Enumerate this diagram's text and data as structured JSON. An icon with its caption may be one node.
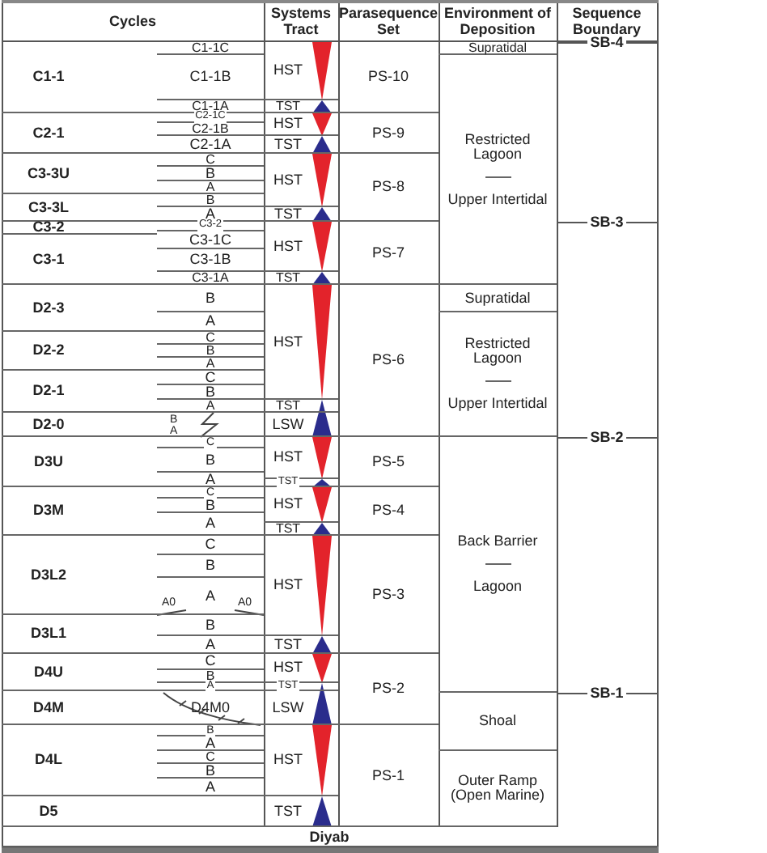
{
  "diagram": {
    "nodes": [
      {
        "text": [
          "Cycles"
        ]
      },
      {
        "text": [
          "Systems Tract"
        ]
      },
      {
        "text": [
          "Parasequence Set"
        ]
      },
      {
        "text": [
          "Environment of Deposition"
        ]
      },
      {
        "text": [
          "Sequence Boundary"
        ]
      },
      {
        "text": [
          "C1-1"
        ]
      },
      {
        "text": [
          "C1-1C"
        ]
      },
      {
        "text": [
          "C1-1B"
        ]
      },
      {
        "text": [
          "C1-1A"
        ]
      },
      {
        "text": [
          "C2-1"
        ]
      },
      {
        "text": [
          "C2-1C"
        ]
      },
      {
        "text": [
          "C2-1B"
        ]
      },
      {
        "text": [
          "C2-1A"
        ]
      },
      {
        "text": [
          "C3-3U"
        ]
      },
      {
        "text": [
          "C"
        ]
      },
      {
        "text": [
          "B"
        ]
      },
      {
        "text": [
          "A"
        ]
      },
      {
        "text": [
          "C3-3L"
        ]
      },
      {
        "text": [
          "B"
        ]
      },
      {
        "text": [
          "A"
        ]
      },
      {
        "text": [
          "C3-2"
        ]
      },
      {
        "text": [
          "C3-2"
        ]
      },
      {
        "text": [
          "C3-1"
        ]
      },
      {
        "text": [
          "C3-1C"
        ]
      },
      {
        "text": [
          "C3-1B"
        ]
      },
      {
        "text": [
          "C3-1A"
        ]
      },
      {
        "text": [
          "D2-3"
        ]
      },
      {
        "text": [
          "B"
        ]
      },
      {
        "text": [
          "A"
        ]
      },
      {
        "text": [
          "D2-2"
        ]
      },
      {
        "text": [
          "C"
        ]
      },
      {
        "text": [
          "B"
        ]
      },
      {
        "text": [
          "A"
        ]
      },
      {
        "text": [
          "D2-1"
        ]
      },
      {
        "text": [
          "C"
        ]
      },
      {
        "text": [
          "B"
        ]
      },
      {
        "text": [
          "A"
        ]
      },
      {
        "text": [
          "D2-0"
        ]
      },
      {
        "text": [
          "B",
          "A"
        ]
      },
      {
        "text": [
          "D3U"
        ]
      },
      {
        "text": [
          "C"
        ]
      },
      {
        "text": [
          "B"
        ]
      },
      {
        "text": [
          "A"
        ]
      },
      {
        "text": [
          "D3M"
        ]
      },
      {
        "text": [
          "C"
        ]
      },
      {
        "text": [
          "B"
        ]
      },
      {
        "text": [
          "A"
        ]
      },
      {
        "text": [
          "D3L2"
        ]
      },
      {
        "text": [
          "C"
        ]
      },
      {
        "text": [
          "B"
        ]
      },
      {
        "text": [
          "A0",
          "A",
          "A0"
        ]
      },
      {
        "text": [
          "D3L1"
        ]
      },
      {
        "text": [
          "B"
        ]
      },
      {
        "text": [
          "A"
        ]
      },
      {
        "text": [
          "D4U"
        ]
      },
      {
        "text": [
          "C"
        ]
      },
      {
        "text": [
          "B"
        ]
      },
      {
        "text": [
          "A"
        ]
      },
      {
        "text": [
          "D4M"
        ]
      },
      {
        "text": [
          "D4M0"
        ]
      },
      {
        "text": [
          "D4L"
        ]
      },
      {
        "text": [
          "B"
        ]
      },
      {
        "text": [
          "A"
        ]
      },
      {
        "text": [
          "C"
        ]
      },
      {
        "text": [
          "B"
        ]
      },
      {
        "text": [
          "A"
        ]
      },
      {
        "text": [
          "D5"
        ]
      },
      {
        "text": [
          "HST"
        ]
      },
      {
        "text": [
          "TST"
        ]
      },
      {
        "text": [
          "HST"
        ]
      },
      {
        "text": [
          "TST"
        ]
      },
      {
        "text": [
          "HST"
        ]
      },
      {
        "text": [
          "TST"
        ]
      },
      {
        "text": [
          "HST"
        ]
      },
      {
        "text": [
          "TST"
        ]
      },
      {
        "text": [
          "HST"
        ]
      },
      {
        "text": [
          "TST"
        ]
      },
      {
        "text": [
          "LSW"
        ]
      },
      {
        "text": [
          "HST"
        ]
      },
      {
        "text": [
          "TST"
        ]
      },
      {
        "text": [
          "HST"
        ]
      },
      {
        "text": [
          "TST"
        ]
      },
      {
        "text": [
          "HST"
        ]
      },
      {
        "text": [
          "TST"
        ]
      },
      {
        "text": [
          "HST"
        ]
      },
      {
        "text": [
          "TST"
        ]
      },
      {
        "text": [
          "LSW"
        ]
      },
      {
        "text": [
          "HST"
        ]
      },
      {
        "text": [
          "TST"
        ]
      },
      {
        "text": [
          "PS-10"
        ]
      },
      {
        "text": [
          "PS-9"
        ]
      },
      {
        "text": [
          "PS-8"
        ]
      },
      {
        "text": [
          "PS-7"
        ]
      },
      {
        "text": [
          "PS-6"
        ]
      },
      {
        "text": [
          "PS-5"
        ]
      },
      {
        "text": [
          "PS-4"
        ]
      },
      {
        "text": [
          "PS-3"
        ]
      },
      {
        "text": [
          "PS-2"
        ]
      },
      {
        "text": [
          "PS-1"
        ]
      },
      {
        "text": [
          "Supratidal"
        ]
      },
      {
        "text": [
          "Restricted Lagoon",
          "Upper Intertidal"
        ]
      },
      {
        "text": [
          "Supratidal"
        ]
      },
      {
        "text": [
          "Restricted Lagoon",
          "Upper Intertidal"
        ]
      },
      {
        "text": [
          "Back Barrier",
          "Lagoon"
        ]
      },
      {
        "text": [
          "Shoal"
        ]
      },
      {
        "text": [
          "Outer Ramp (Open Marine)"
        ]
      },
      {
        "text": [
          "Diyab"
        ]
      }
    ],
    "labels": [
      "SB-4",
      "SB-3",
      "SB-2",
      "SB-1"
    ]
  }
}
